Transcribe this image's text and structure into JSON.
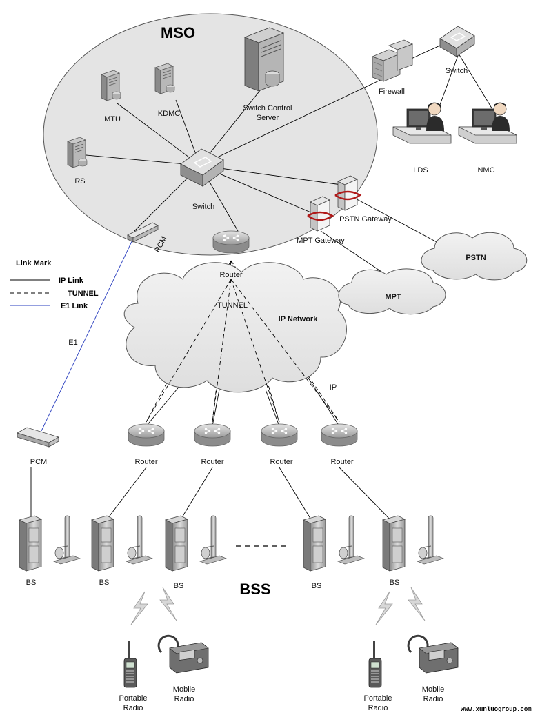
{
  "title": "MSO",
  "bss_title": "BSS",
  "watermark": "www.xunluogroup.com",
  "legend": {
    "title": "Link Mark",
    "ip_link": "IP Link",
    "tunnel": "TUNNEL",
    "e1_link": "E1 Link"
  },
  "mso": {
    "mtu": "MTU",
    "kdmc": "KDMC",
    "switch_control_server": [
      "Switch Control",
      "Server"
    ],
    "rs": "RS",
    "switch": "Switch",
    "pcm": "PCM",
    "router": "Router",
    "mpt_gateway": "MPT Gateway",
    "pstn_gateway": "PSTN Gateway"
  },
  "external": {
    "firewall": "Firewall",
    "switch": "Switch",
    "lds": "LDS",
    "nmc": "NMC",
    "pstn": "PSTN",
    "mpt": "MPT"
  },
  "network": {
    "ip_network": "IP Network",
    "tunnel": "TUNNEL",
    "e1": "E1",
    "ip": "IP"
  },
  "bss": {
    "pcm": "PCM",
    "routers": [
      "Router",
      "Router",
      "Router",
      "Router"
    ],
    "base_stations": [
      "BS",
      "BS",
      "BS",
      "BS",
      "BS"
    ]
  },
  "terminals": {
    "portable_radio": [
      "Portable",
      "Radio"
    ],
    "mobile_radio": [
      "Mobile",
      "Radio"
    ]
  }
}
